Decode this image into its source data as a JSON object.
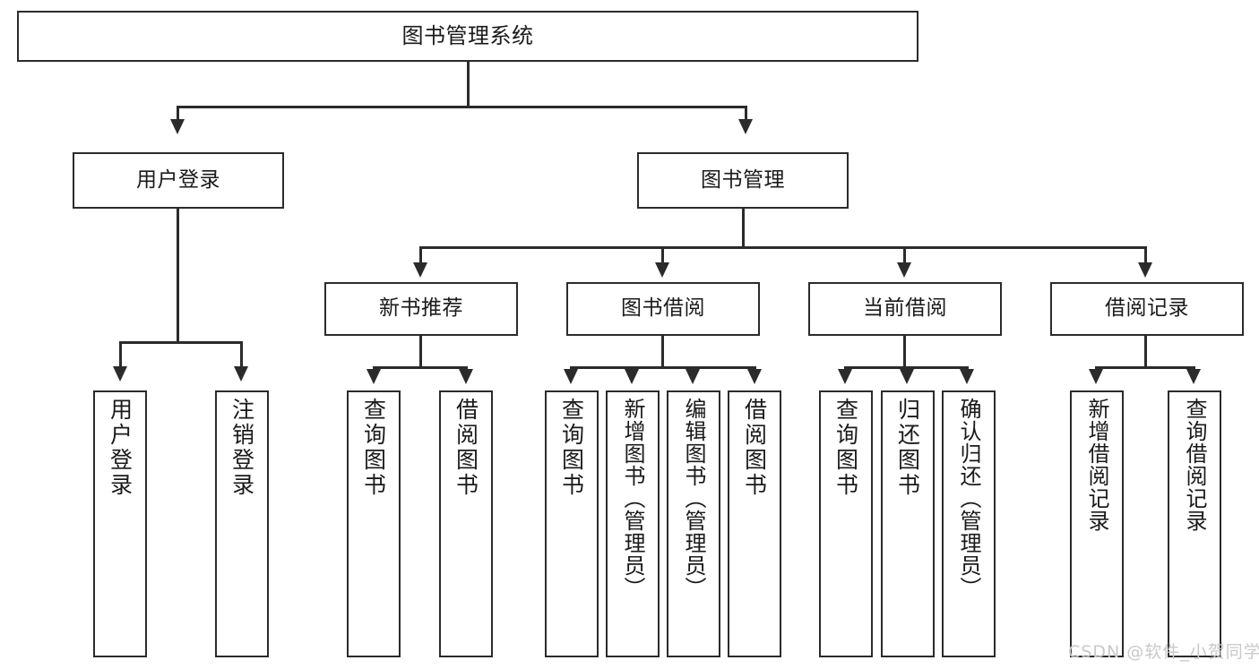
{
  "diagram": {
    "type": "tree-hierarchy-chart",
    "title": "图书管理系统",
    "watermark": "CSDN @软件_小贺同学",
    "colors": {
      "border": "#2b2b2b",
      "background": "#ffffff",
      "text": "#1a1a1a",
      "watermark": "#c9c9c9"
    },
    "nodes": {
      "root": {
        "label": "图书管理系统"
      },
      "level1": [
        {
          "label": "用户登录"
        },
        {
          "label": "图书管理"
        }
      ],
      "level2": [
        {
          "label": "新书推荐"
        },
        {
          "label": "图书借阅"
        },
        {
          "label": "当前借阅"
        },
        {
          "label": "借阅记录"
        }
      ],
      "leaves": {
        "user_login": [
          {
            "label": "用户登录"
          },
          {
            "label": "注销登录"
          }
        ],
        "new_book_recommend": [
          {
            "label": "查询图书"
          },
          {
            "label": "借阅图书"
          }
        ],
        "book_borrow": [
          {
            "label": "查询图书"
          },
          {
            "label": "新增图书（管理员）"
          },
          {
            "label": "编辑图书（管理员）"
          },
          {
            "label": "借阅图书"
          }
        ],
        "current_borrow": [
          {
            "label": "查询图书"
          },
          {
            "label": "归还图书"
          },
          {
            "label": "确认归还（管理员）"
          }
        ],
        "borrow_record": [
          {
            "label": "新增借阅记录"
          },
          {
            "label": "查询借阅记录"
          }
        ]
      }
    }
  }
}
